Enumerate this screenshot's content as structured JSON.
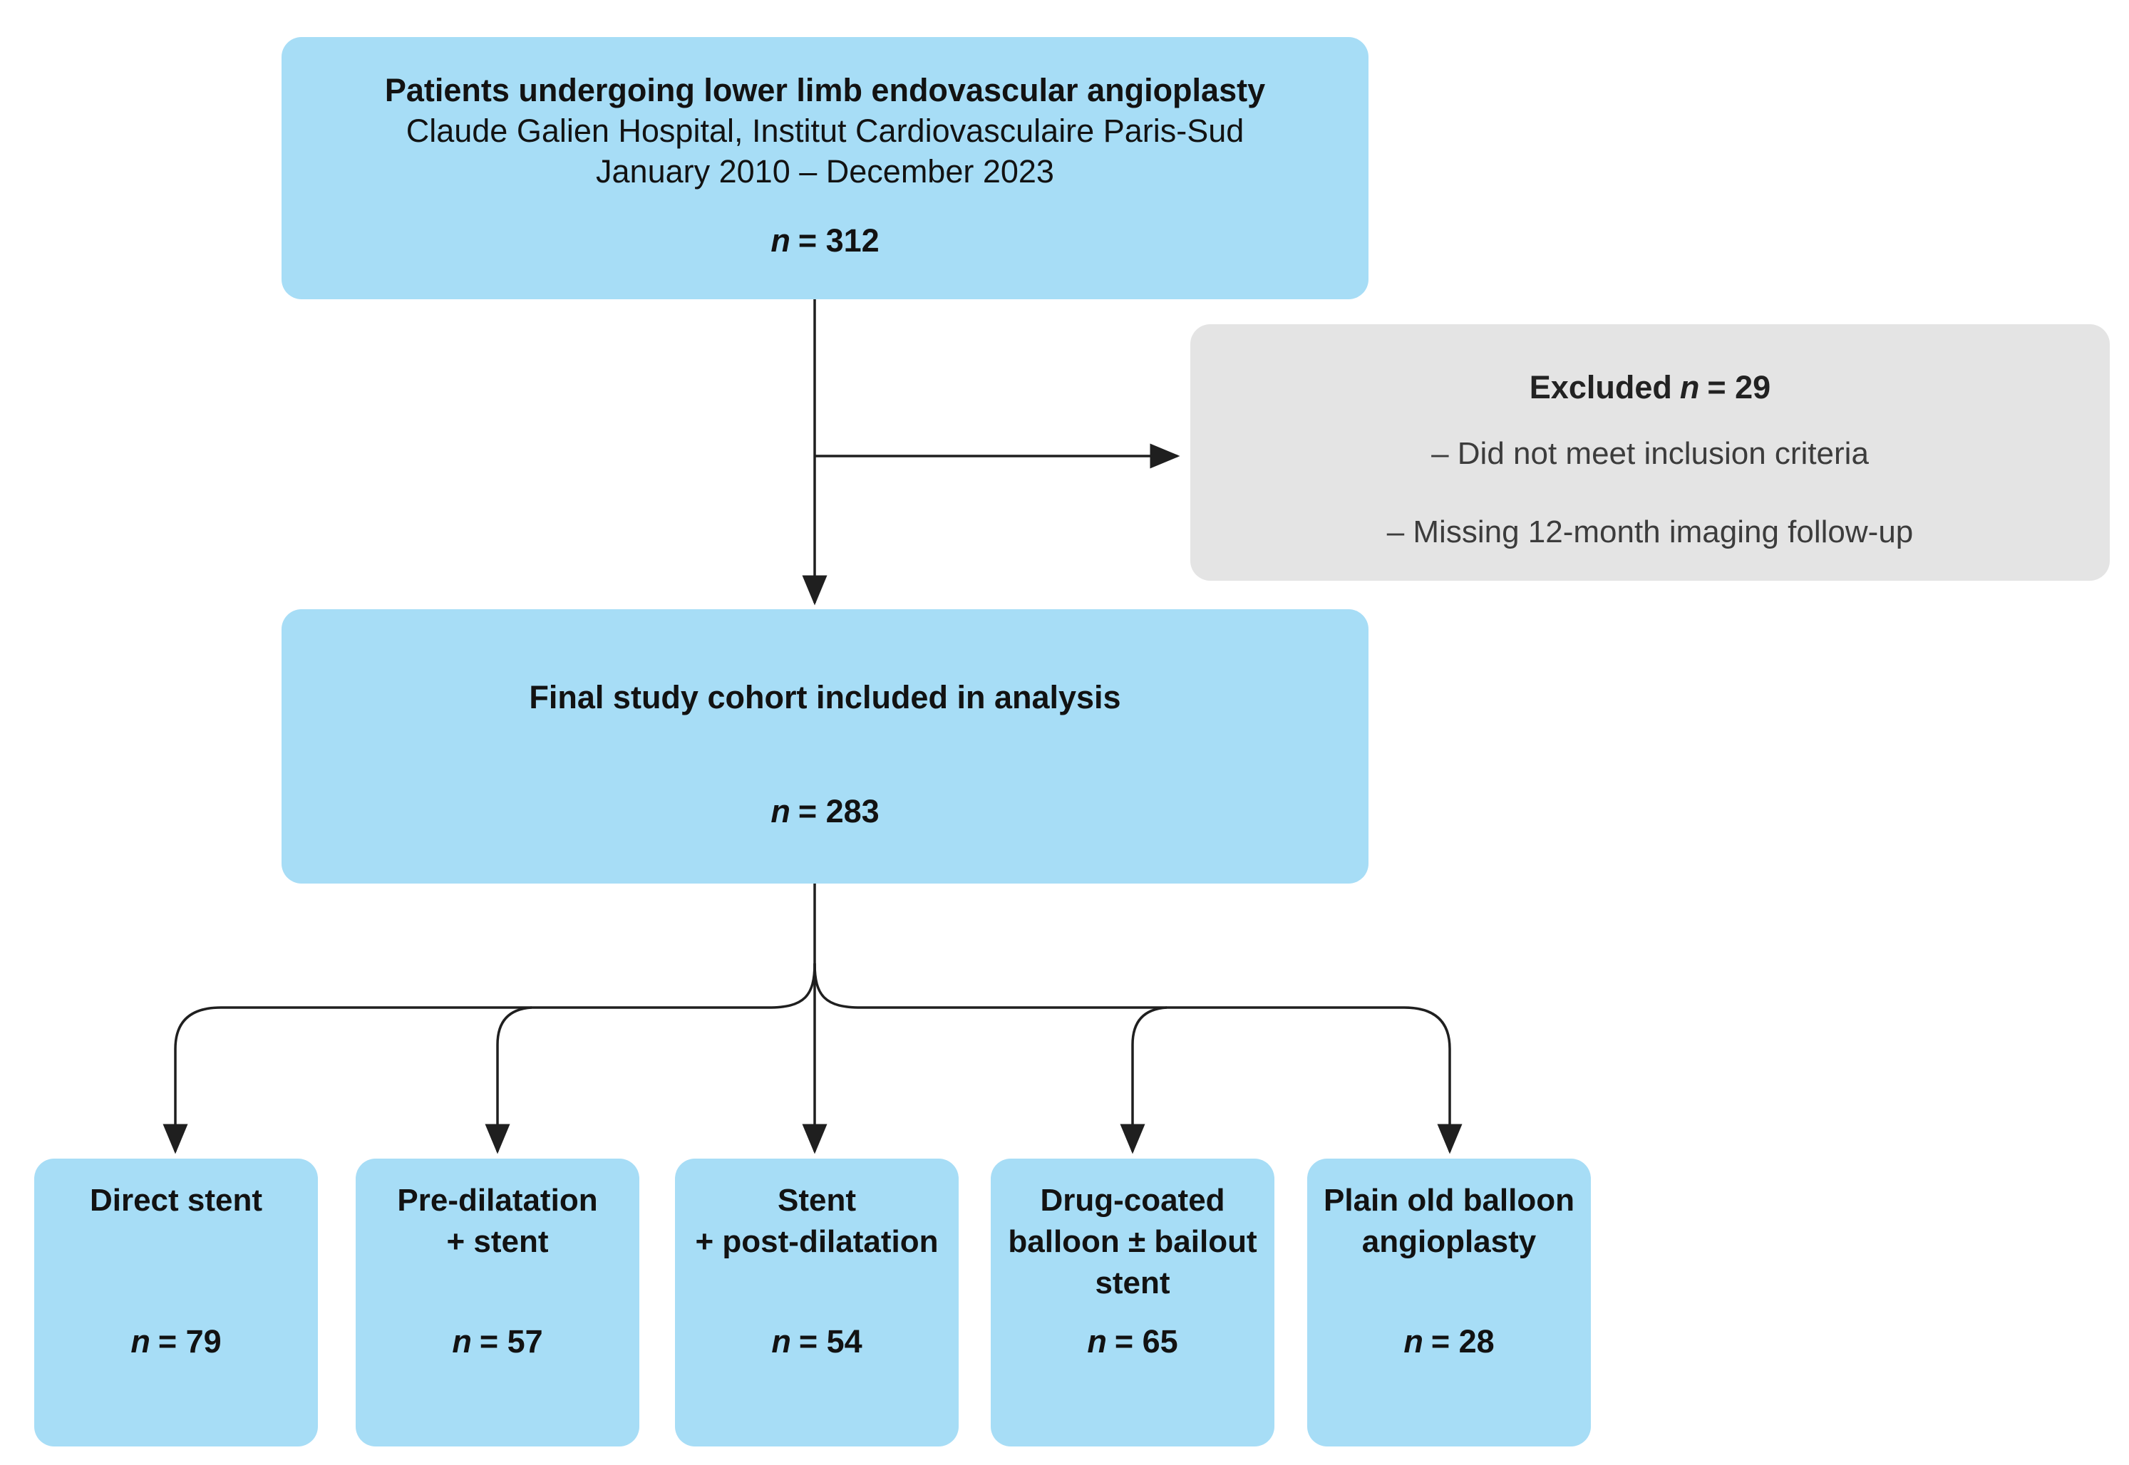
{
  "figure": {
    "colors": {
      "node_fill": "#a7ddf6",
      "excluded_fill": "#e4e4e4",
      "line": "#1f1f1f",
      "text_dark": "#121212",
      "excluded_text": "#3c3c3c",
      "background": "#ffffff"
    },
    "symbols": {
      "n": "n"
    },
    "top_box": {
      "title": "Patients undergoing lower limb endovascular angioplasty",
      "subtitle1": "Claude Galien Hospital, Institut Cardiovasculaire Paris-Sud",
      "subtitle2": "January 2010 – December 2023",
      "n_value": "= 312"
    },
    "excluded_box": {
      "title": "Excluded",
      "n_value": "= 29",
      "reasons": [
        "– Did not meet inclusion criteria",
        "– Missing 12-month imaging follow-up"
      ]
    },
    "final_box": {
      "title": "Final study cohort included in analysis",
      "n_value": "= 283"
    },
    "arm_boxes": [
      {
        "label_lines": [
          "Direct stent"
        ],
        "n_value": "= 79"
      },
      {
        "label_lines": [
          "Pre-dilatation",
          "+ stent"
        ],
        "n_value": "= 57"
      },
      {
        "label_lines": [
          "Stent",
          "+ post-dilatation"
        ],
        "n_value": "= 54"
      },
      {
        "label_lines": [
          "Drug-coated",
          "balloon ± bailout",
          "stent"
        ],
        "n_value": "= 65"
      },
      {
        "label_lines": [
          "Plain old balloon",
          "angioplasty"
        ],
        "n_value": "= 28"
      }
    ]
  }
}
